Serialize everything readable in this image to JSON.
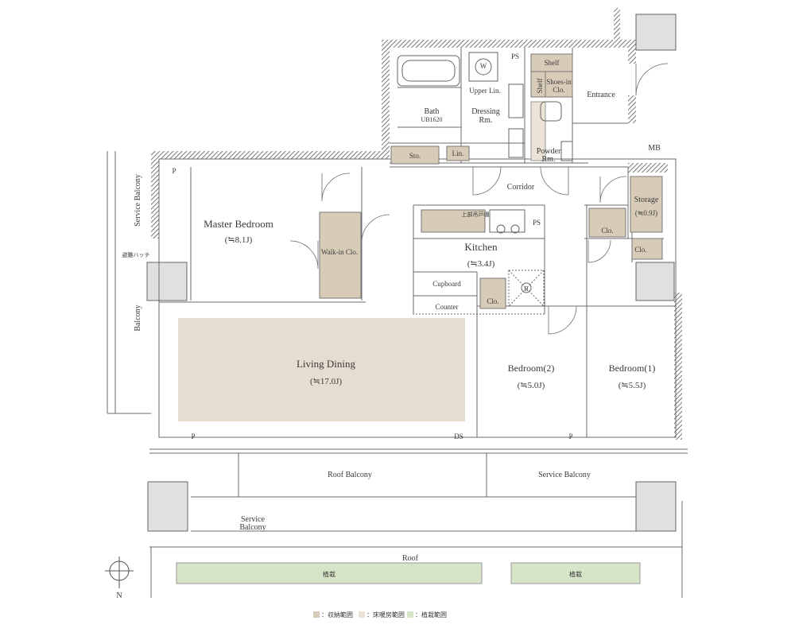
{
  "rooms": {
    "master_bedroom": {
      "name": "Master Bedroom",
      "size": "(≒8.1J)"
    },
    "living_dining": {
      "name": "Living Dining",
      "size": "(≒17.0J)"
    },
    "kitchen": {
      "name": "Kitchen",
      "size": "(≒3.4J)"
    },
    "bedroom2": {
      "name": "Bedroom(2)",
      "size": "(≒5.0J)"
    },
    "bedroom1": {
      "name": "Bedroom(1)",
      "size": "(≒5.5J)"
    },
    "storage": {
      "name": "Storage",
      "size": "(≒0.9J)"
    },
    "bath": {
      "name": "Bath",
      "sub": "UB1620"
    },
    "dressing": {
      "name": "Dressing",
      "sub": "Rm."
    },
    "powder": {
      "name": "Powder",
      "sub": "Rm."
    }
  },
  "labels": {
    "corridor": "Corridor",
    "entrance": "Entrance",
    "mb": "MB",
    "upper_lin": "Upper Lin.",
    "w": "W",
    "ps_top": "PS",
    "ps_kitchen": "PS",
    "shelf": "Shelf",
    "shelf2": "Shelf",
    "shoes_in_clo_1": "Shoes-in",
    "shoes_in_clo_2": "Clo.",
    "sto": "Sto.",
    "lin": "Lin.",
    "walk_in_clo": "Walk-in Clo.",
    "cupboard": "Cupboard",
    "counter": "Counter",
    "kitchen_upper": "上部吊戸棚",
    "clo_kitchen": "Clo.",
    "clo_bed1a": "Clo.",
    "clo_bed1b": "Clo.",
    "r_mark": "R",
    "p_master": "P",
    "p_living": "P",
    "p_bed": "P",
    "ds": "DS",
    "service_balcony_left": "Service Balcony",
    "hatch": "避難ハッチ",
    "balcony": "Balcony",
    "roof_balcony": "Roof Balcony",
    "service_balcony_bottom": "Service Balcony",
    "service_balcony_lower_1": "Service",
    "service_balcony_lower_2": "Balcony",
    "roof": "Roof",
    "planting_left": "植栽",
    "planting_right": "植栽",
    "north": "N"
  },
  "legend": [
    {
      "color": "#d8ccb8",
      "label": "：収納範囲"
    },
    {
      "color": "#ece3d6",
      "label": "：床暖房範囲"
    },
    {
      "color": "#d6e4c8",
      "label": "：植栽範囲"
    }
  ],
  "colors": {
    "storage_fill": "#d8ccb8",
    "floor_heating_fill": "#e6ddd0",
    "planting_fill": "#d6e4c8",
    "wall": "#8a8a8a"
  }
}
